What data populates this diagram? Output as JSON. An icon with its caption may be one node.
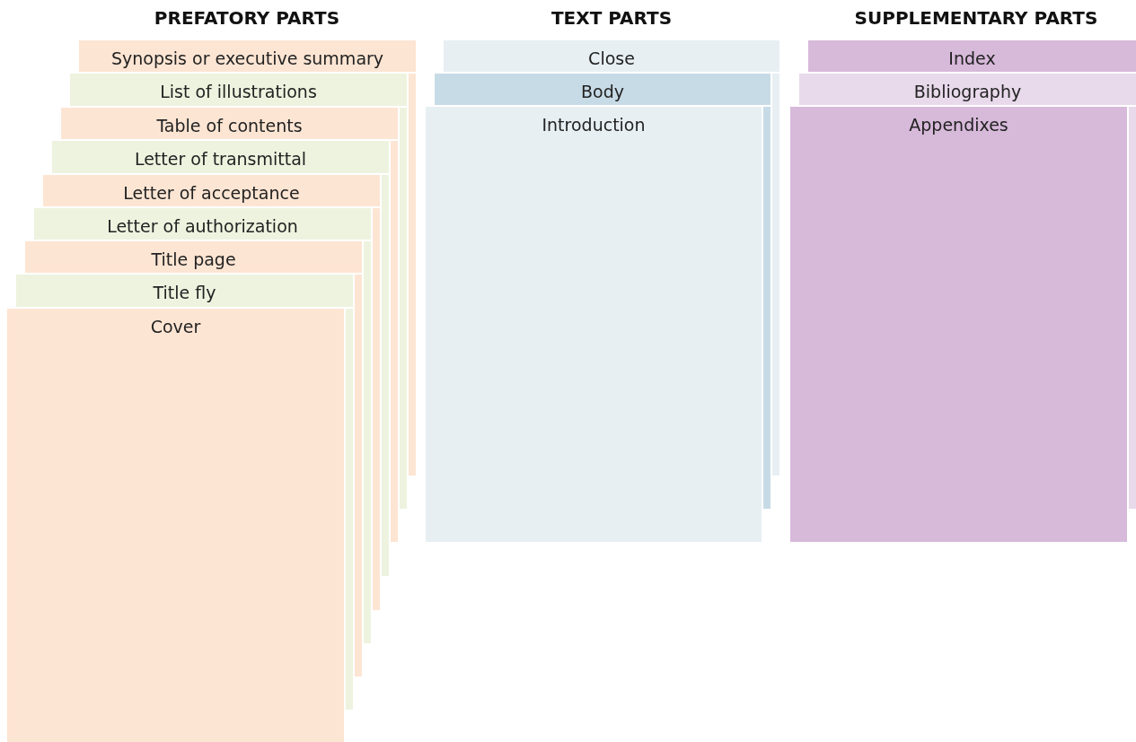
{
  "diagram": {
    "nodes": [
      {
        "text": [
          "Synopsis or executive summary"
        ]
      },
      {
        "text": [
          "List of illustrations"
        ]
      },
      {
        "text": [
          "Table of contents"
        ]
      },
      {
        "text": [
          "Letter of transmittal"
        ]
      },
      {
        "text": [
          "Letter of acceptance"
        ]
      },
      {
        "text": [
          "Letter of authorization"
        ]
      },
      {
        "text": [
          "Title page"
        ]
      },
      {
        "text": [
          "Title fly"
        ]
      },
      {
        "text": [
          "Cover"
        ]
      },
      {
        "text": [
          "Close"
        ]
      },
      {
        "text": [
          "Body"
        ]
      },
      {
        "text": [
          "Introduction"
        ]
      },
      {
        "text": [
          "Index"
        ]
      },
      {
        "text": [
          "Bibliography"
        ]
      },
      {
        "text": [
          "Appendixes"
        ]
      }
    ],
    "edges": [],
    "labels": [
      "PREFATORY PARTS",
      "TEXT PARTS",
      "SUPPLEMENTARY PARTS"
    ]
  }
}
